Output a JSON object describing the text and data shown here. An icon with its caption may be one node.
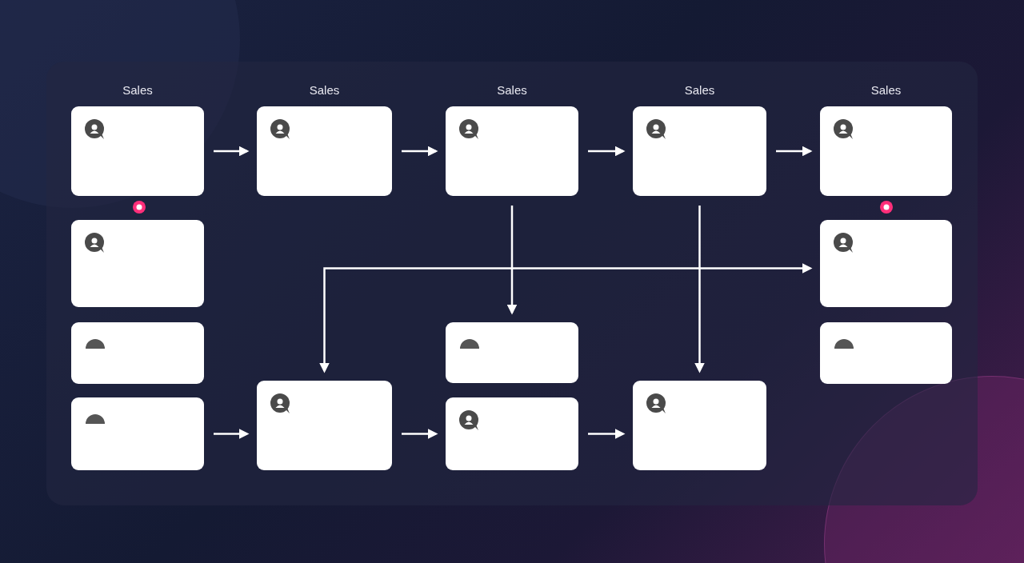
{
  "diagram": {
    "nodes": [
      {
        "text": [
          "Sales"
        ]
      },
      {
        "text": [
          "Sales"
        ]
      },
      {
        "text": [
          "Sales"
        ]
      },
      {
        "text": [
          "Sales"
        ]
      },
      {
        "text": [
          "Sales"
        ]
      },
      {
        "text": [],
        "shape": "box"
      },
      {
        "text": [],
        "shape": "box"
      },
      {
        "text": [],
        "shape": "box"
      },
      {
        "text": [],
        "shape": "box"
      },
      {
        "text": [],
        "shape": "box"
      },
      {
        "text": [],
        "shape": "box"
      },
      {
        "text": [],
        "shape": "box"
      },
      {
        "text": [],
        "shape": "box"
      },
      {
        "text": [],
        "shape": "box"
      }
    ],
    "edges": [
      {
        "from": 0,
        "to": 1,
        "arrow": "to"
      },
      {
        "from": 1,
        "to": 2,
        "arrow": "to"
      },
      {
        "from": 2,
        "to": 3,
        "arrow": "to"
      },
      {
        "from": 3,
        "to": 4,
        "arrow": "to"
      },
      {
        "from": 2,
        "to": 8,
        "arrow": "to"
      },
      {
        "from": 3,
        "to": 13,
        "arrow": "to"
      },
      {
        "from": 11,
        "to": 6,
        "arrow": "both"
      },
      {
        "from": 10,
        "to": 11,
        "arrow": "to"
      },
      {
        "from": 11,
        "to": 12,
        "arrow": "to"
      },
      {
        "from": 12,
        "to": 13,
        "arrow": "to"
      }
    ]
  }
}
